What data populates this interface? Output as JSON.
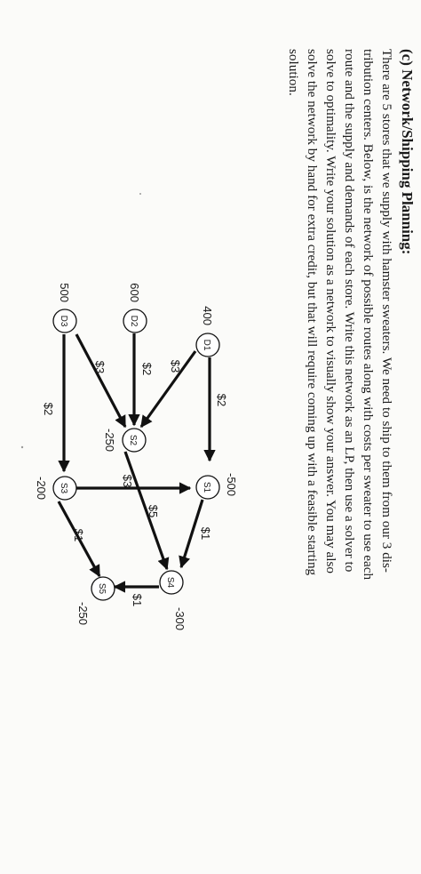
{
  "document": {
    "heading": "(c) Network/Shipping Planning:",
    "paragraph_lines": [
      "There are 5 stores that we supply with hamster sweaters. We need to ship to them from our 3 dis-",
      "tribution centers. Below, is the network of possible routes along with costs per sweater to use each",
      "route and the supply and demands of each store. Write this network as an LP, then use a solver to",
      "solve to optimality. Write your solution as a network to visually show your answer. You may also",
      "solve the network by hand for extra credit, but that will require coming up with a feasible starting",
      "solution."
    ]
  },
  "network": {
    "nodes": [
      {
        "id": "D1",
        "label": "D1",
        "value": "400"
      },
      {
        "id": "D2",
        "label": "D2",
        "value": "600"
      },
      {
        "id": "D3",
        "label": "D3",
        "value": "500"
      },
      {
        "id": "S1",
        "label": "S1",
        "value": "-500"
      },
      {
        "id": "S2",
        "label": "S2",
        "value": "-250"
      },
      {
        "id": "S3",
        "label": "S3",
        "value": "-200"
      },
      {
        "id": "S4",
        "label": "S4",
        "value": "-300"
      },
      {
        "id": "S5",
        "label": "S5",
        "value": "-250"
      }
    ],
    "edges": [
      {
        "from": "D1",
        "to": "S1",
        "cost": "$2"
      },
      {
        "from": "D1",
        "to": "S2",
        "cost": "$3"
      },
      {
        "from": "D2",
        "to": "S2",
        "cost": "$2"
      },
      {
        "from": "D3",
        "to": "S2",
        "cost": "$3"
      },
      {
        "from": "D3",
        "to": "S3",
        "cost": "$2"
      },
      {
        "from": "S3",
        "to": "S1",
        "cost": "$3"
      },
      {
        "from": "S2",
        "to": "S4",
        "cost": "$5"
      },
      {
        "from": "S1",
        "to": "S4",
        "cost": "$1"
      },
      {
        "from": "S3",
        "to": "S5",
        "cost": "$1"
      },
      {
        "from": "S4",
        "to": "S5",
        "cost": "$1"
      }
    ]
  }
}
